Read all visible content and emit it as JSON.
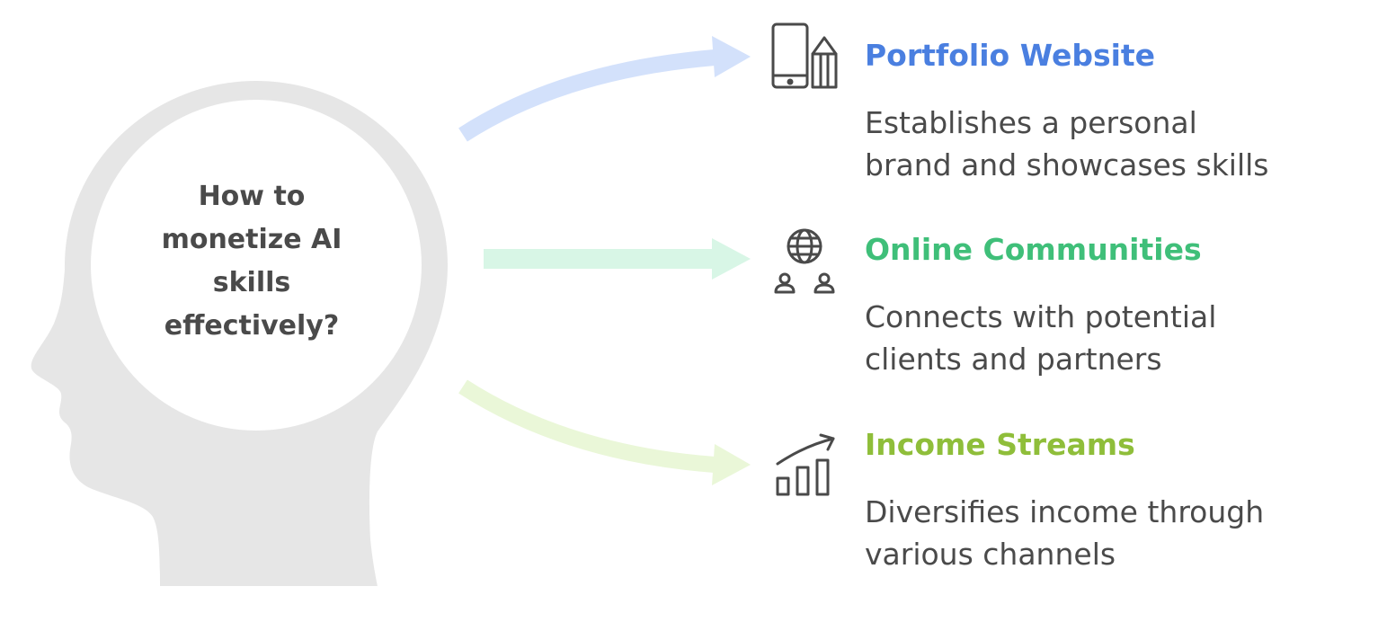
{
  "question": {
    "lines": [
      "How to",
      "monetize AI",
      "skills",
      "effectively?"
    ]
  },
  "items": [
    {
      "title": "Portfolio Website",
      "desc_lines": [
        "Establishes a personal",
        "brand and showcases skills"
      ],
      "color": "#4a7fe0",
      "arrow_color": "#d3e1fb",
      "icon": "tablet-pencil-icon"
    },
    {
      "title": "Online Communities",
      "desc_lines": [
        "Connects with potential",
        "clients and partners"
      ],
      "color": "#3fbf79",
      "arrow_color": "#d8f6e6",
      "icon": "globe-people-icon"
    },
    {
      "title": "Income Streams",
      "desc_lines": [
        "Diversifies income through",
        "various channels"
      ],
      "color": "#8fbe3a",
      "arrow_color": "#eaf7d8",
      "icon": "growth-chart-icon"
    }
  ],
  "colors": {
    "head": "#e6e6e6",
    "text": "#4a4a4a",
    "icon_stroke": "#4a4a4a"
  }
}
